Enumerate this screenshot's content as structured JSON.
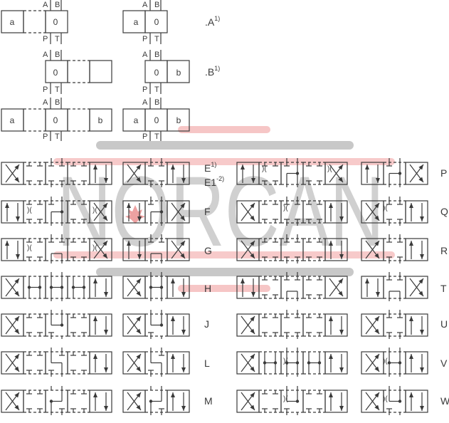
{
  "title": "Directional valve spool symbols",
  "watermark": {
    "text": "NORCAN",
    "gray": "#c8c8c8",
    "red": "#f4b8b8"
  },
  "colors": {
    "line": "#3a3a3a",
    "background": "#ffffff"
  },
  "port_labels": {
    "a": "A",
    "b": "B",
    "p": "P",
    "t": "T"
  },
  "header_symbols": [
    {
      "id": "A",
      "label": ".A",
      "sup": "1)",
      "four_pos": [
        "a",
        "",
        "0"
      ],
      "three_pos": [
        "a",
        "0"
      ]
    },
    {
      "id": "B",
      "label": ".B",
      "sup": "1)",
      "four_pos": [
        "0",
        "",
        ""
      ],
      "three_pos": [
        "0",
        "b"
      ]
    },
    {
      "id": "AB",
      "label": "",
      "sup": "",
      "four_pos": [
        "a",
        "",
        "0",
        "",
        "b"
      ],
      "three_pos": [
        "a",
        "0",
        "b"
      ]
    }
  ],
  "spool_types_left": [
    {
      "code": "E",
      "sup": "1)",
      "code2": "E1",
      "sup2": "-2)"
    },
    {
      "code": "F",
      "sup": ""
    },
    {
      "code": "G",
      "sup": ""
    },
    {
      "code": "H",
      "sup": ""
    },
    {
      "code": "J",
      "sup": ""
    },
    {
      "code": "L",
      "sup": ""
    },
    {
      "code": "M",
      "sup": ""
    }
  ],
  "spool_types_right": [
    {
      "code": "P"
    },
    {
      "code": "Q"
    },
    {
      "code": "R"
    },
    {
      "code": "T"
    },
    {
      "code": "U"
    },
    {
      "code": "V"
    },
    {
      "code": "W"
    }
  ]
}
